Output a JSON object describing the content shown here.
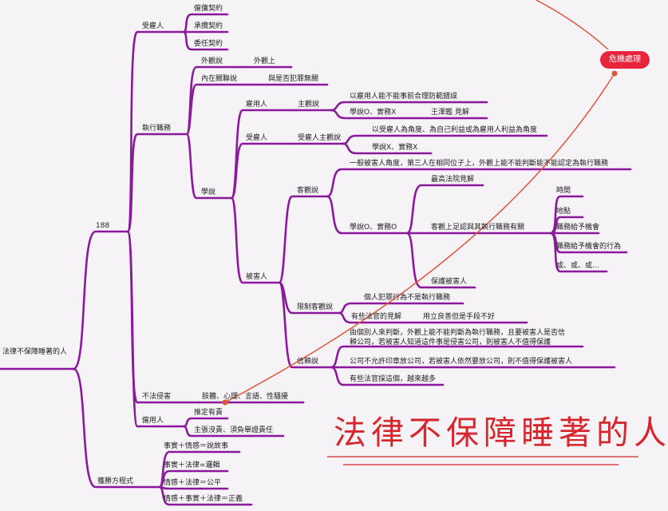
{
  "mindmap": {
    "root": "法律不保障睡著的人",
    "n188": "188",
    "employer_group": "受雇人",
    "contracts": [
      "僱傭契約",
      "承攬契約",
      "委任契約"
    ],
    "exec_duties": "執行職務",
    "objective_theory": "外觀說",
    "objective_theory_note": "外觀上",
    "inner_relation_theory": "內在關聯說",
    "inner_relation_note": "與是否犯罪無關",
    "theories": "學說",
    "employer_branch": "雇用人",
    "employer_subjective": "主觀說",
    "employer_subjective_1": "以雇用人能不能事前合理防範錯誤",
    "employer_subjective_2": "學說O、實務X",
    "employer_subjective_3": "王澤鑑 見解",
    "employee_branch": "受雇人",
    "employee_subjective": "受雇人主觀說",
    "employee_subjective_1": "以受雇人為角度、為自己利益或為雇用人利益為角度",
    "employee_subjective_2": "學說X、實務X",
    "victim_branch": "被害人",
    "victim_objective": "客觀說",
    "victim_objective_1": "一般被害人角度，第三人在相同位子上，外觀上能不能判斷能不能認定為執行職務",
    "theory_practice_oo": "學說O、實務O",
    "supreme_court": "最高法院見解",
    "objective_sufficient": "客觀上足認與其執行職務有關",
    "factors": [
      "時間",
      "地點",
      "職務給予機會",
      "職務給予機會的行為",
      "或、或、或..."
    ],
    "protect_victim": "保護被害人",
    "limited_objective": "限制客觀說",
    "limited_1": "個人犯罪行為不是執行職務",
    "limited_2": "有些法官的見解",
    "limited_3": "用立良善但是手段不好",
    "reliance": "信賴說",
    "reliance_1a": "由個別人來判斷，外觀上能不能判斷為執行職務，且要被害人是否信",
    "reliance_1b": "賴公司，若被害人知道這件事是侵害公司，則被害人不值得保護",
    "reliance_2": "公司不允許印章放公司，若被害人依然要放公司，則不值得保護被害人",
    "reliance_3": "有些法官採這個，越來越多",
    "tort": "不法侵害",
    "tort_detail": "肢體、心理、言語、性騷擾",
    "employer_role": "僱用人",
    "presumed_fault": "推定有責",
    "burden_proof": "主張沒責、須負舉證責任",
    "winning_formula": "獲勝方程式",
    "formulas": [
      "事實＋情感＝說故事",
      "事實＋法律=邏輯",
      "情感＋法律＝公平",
      "情感＋事實＋法律＝正義"
    ],
    "crisis": "危機處理"
  },
  "handwritten": "法律不保障睡著的人",
  "colors": {
    "branch": "#8a1a9b",
    "accent": "#e8243b",
    "ink": "#d6262e"
  }
}
